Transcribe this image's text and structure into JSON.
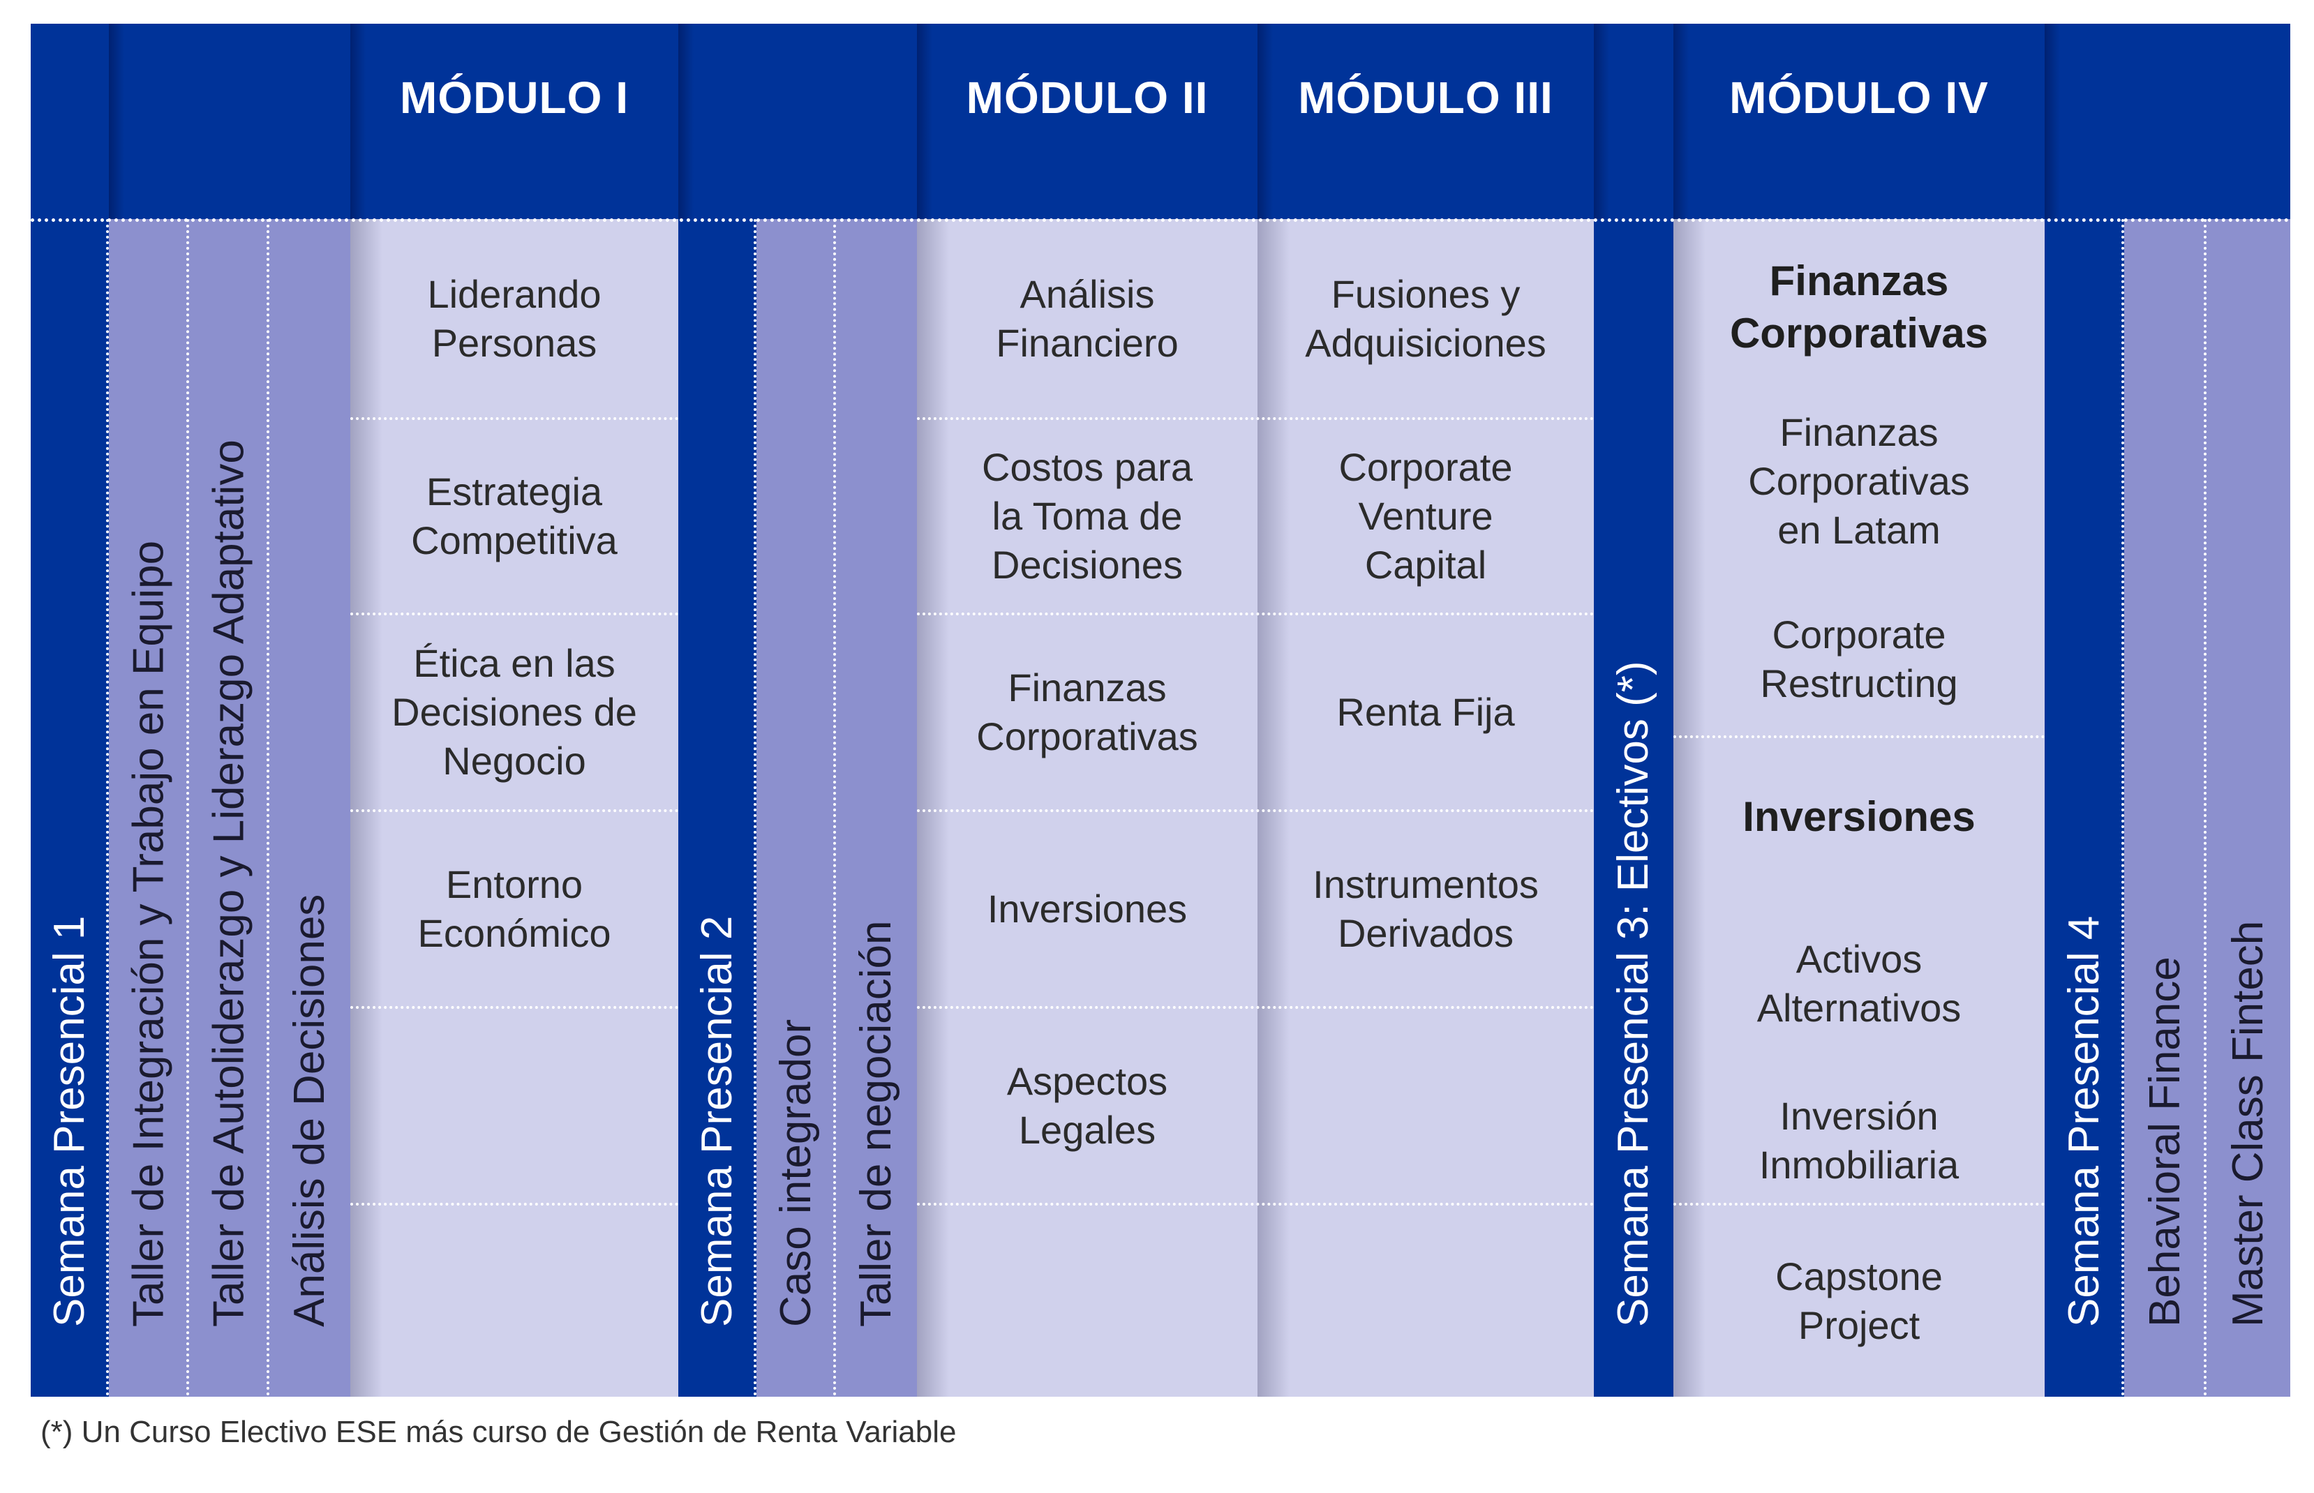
{
  "headers": {
    "m1": "MÓDULO I",
    "m2": "MÓDULO II",
    "m3": "MÓDULO III",
    "m4": "MÓDULO IV"
  },
  "vertical": {
    "semana1": "Semana Presencial 1",
    "taller_integracion": "Taller de Integración y Trabajo en Equipo",
    "taller_autoliderazgo": "Taller de Autoliderazgo y Liderazgo Adaptativo",
    "analisis_decisiones": "Análisis de Decisiones",
    "semana2": "Semana Presencial 2",
    "caso_integrador": "Caso integrador",
    "taller_negociacion": "Taller de negociación",
    "semana3": "Semana Presencial 3: Electivos (*)",
    "semana4": "Semana Presencial 4",
    "behavioral_finance": "Behavioral Finance",
    "master_class": "Master Class Fintech"
  },
  "modulo1": [
    [
      "Liderando",
      "Personas"
    ],
    [
      "Estrategia",
      "Competitiva"
    ],
    [
      "Ética en las",
      "Decisiones de",
      "Negocio"
    ],
    [
      "Entorno",
      "Económico"
    ]
  ],
  "modulo2": [
    [
      "Análisis",
      "Financiero"
    ],
    [
      "Costos para",
      "la Toma de",
      "Decisiones"
    ],
    [
      "Finanzas",
      "Corporativas"
    ],
    [
      "Inversiones"
    ],
    [
      "Aspectos",
      "Legales"
    ]
  ],
  "modulo3": [
    [
      "Fusiones y",
      "Adquisiciones"
    ],
    [
      "Corporate",
      "Venture",
      "Capital"
    ],
    [
      "Renta Fija"
    ],
    [
      "Instrumentos",
      "Derivados"
    ]
  ],
  "modulo4": {
    "group1_title": [
      "Finanzas",
      "Corporativas"
    ],
    "group1_items": [
      [
        "Finanzas",
        "Corporativas",
        "en Latam"
      ],
      [
        "Corporate",
        "Restructing"
      ]
    ],
    "group2_title": [
      "Inversiones"
    ],
    "group2_items": [
      [
        "Activos",
        "Alternativos"
      ],
      [
        "Inversión",
        "Inmobiliaria"
      ]
    ],
    "capstone": [
      "Capstone",
      "Project"
    ]
  },
  "footnote": "(*) Un Curso Electivo ESE más curso de Gestión de Renta Variable",
  "colors": {
    "dark_blue": "#003399",
    "mid_lilac": "#8c90ce",
    "light_lilac": "#d0d1ec"
  }
}
